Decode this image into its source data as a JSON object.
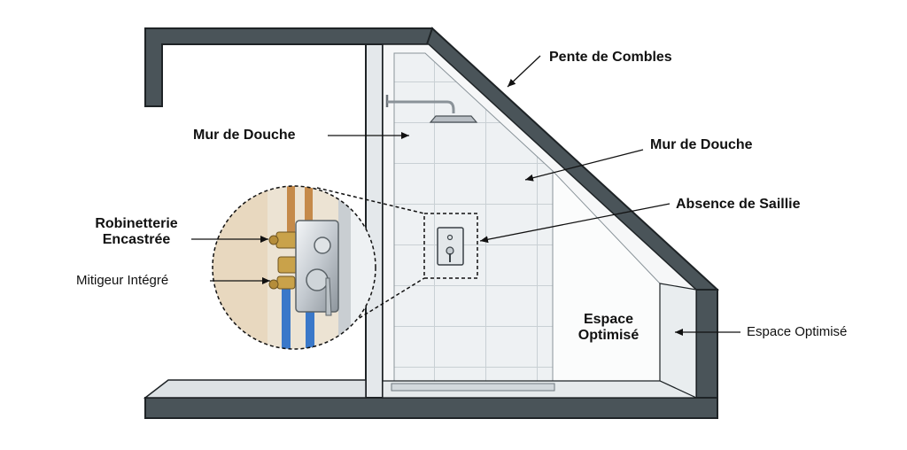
{
  "labels": {
    "pente_combles": "Pente de Combles",
    "mur_douche_left": "Mur de Douche",
    "mur_douche_right": "Mur de Douche",
    "absence_saillie": "Absence de Saillie",
    "robinetterie_line1": "Robinetterie",
    "robinetterie_line2": "Encastrée",
    "mitigeur": "Mitigeur Intégré",
    "espace_optimise_inner_line1": "Espace",
    "espace_optimise_inner_line2": "Optimisé",
    "espace_optimise_outer": "Espace Optimisé"
  },
  "colors": {
    "wall": "#4a5459",
    "wall_outline": "#1e2326",
    "tile": "#eef1f3",
    "grout": "#c9d0d4",
    "pipe_blue": "#3a78c9",
    "pipe_copper": "#c58a4a",
    "brass": "#c9a24a",
    "chrome": "#b8bec4"
  }
}
